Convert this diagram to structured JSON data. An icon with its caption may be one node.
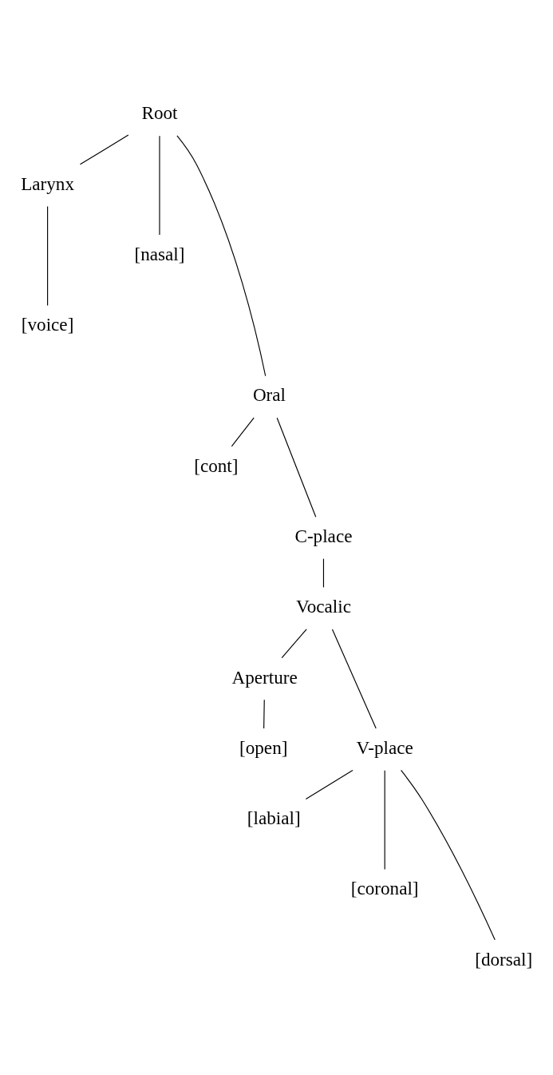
{
  "diagram": {
    "nodes": [
      {
        "text": [
          "Root"
        ]
      },
      {
        "text": [
          "Larynx"
        ]
      },
      {
        "text": [
          "[nasal]"
        ]
      },
      {
        "text": [
          "[voice]"
        ]
      },
      {
        "text": [
          "Oral"
        ]
      },
      {
        "text": [
          "[cont]"
        ]
      },
      {
        "text": [
          "C-place"
        ]
      },
      {
        "text": [
          "Vocalic"
        ]
      },
      {
        "text": [
          "Aperture"
        ]
      },
      {
        "text": [
          "V-place"
        ]
      },
      {
        "text": [
          "[open]"
        ]
      },
      {
        "text": [
          "[labial]"
        ]
      },
      {
        "text": [
          "[coronal]"
        ]
      },
      {
        "text": [
          "[dorsal]"
        ]
      }
    ],
    "edges": [
      {
        "from": 0,
        "to": 1,
        "arrow": "none"
      },
      {
        "from": 0,
        "to": 2,
        "arrow": "none"
      },
      {
        "from": 0,
        "to": 4,
        "arrow": "none"
      },
      {
        "from": 1,
        "to": 3,
        "arrow": "none"
      },
      {
        "from": 4,
        "to": 5,
        "arrow": "none"
      },
      {
        "from": 4,
        "to": 6,
        "arrow": "none"
      },
      {
        "from": 6,
        "to": 7,
        "arrow": "none"
      },
      {
        "from": 7,
        "to": 9,
        "arrow": "none"
      },
      {
        "from": 7,
        "to": 8,
        "arrow": "none"
      },
      {
        "from": 8,
        "to": 10,
        "arrow": "none"
      },
      {
        "from": 9,
        "to": 11,
        "arrow": "none"
      },
      {
        "from": 9,
        "to": 12,
        "arrow": "none"
      },
      {
        "from": 9,
        "to": 13,
        "arrow": "none"
      }
    ]
  }
}
